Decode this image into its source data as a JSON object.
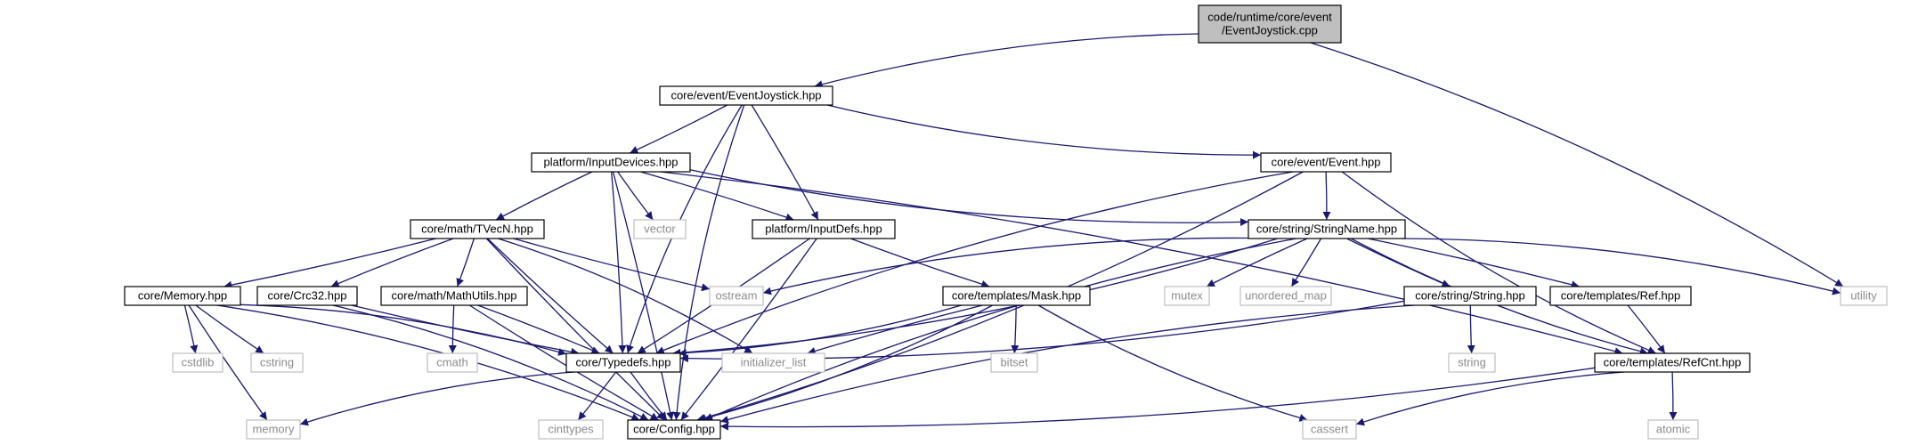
{
  "graph": {
    "nodes": [
      {
        "id": "root",
        "lines": [
          "code/runtime/core/event",
          "/EventJoystick.cpp"
        ],
        "kind": "root"
      },
      {
        "id": "ej",
        "lines": [
          "core/event/EventJoystick.hpp"
        ],
        "kind": "local"
      },
      {
        "id": "pid",
        "lines": [
          "platform/InputDevices.hpp"
        ],
        "kind": "local"
      },
      {
        "id": "ev",
        "lines": [
          "core/event/Event.hpp"
        ],
        "kind": "local"
      },
      {
        "id": "tvec",
        "lines": [
          "core/math/TVecN.hpp"
        ],
        "kind": "local"
      },
      {
        "id": "vector",
        "lines": [
          "vector"
        ],
        "kind": "ext"
      },
      {
        "id": "pidefs",
        "lines": [
          "platform/InputDefs.hpp"
        ],
        "kind": "local"
      },
      {
        "id": "sn",
        "lines": [
          "core/string/StringName.hpp"
        ],
        "kind": "local"
      },
      {
        "id": "mem",
        "lines": [
          "core/Memory.hpp"
        ],
        "kind": "local"
      },
      {
        "id": "crc",
        "lines": [
          "core/Crc32.hpp"
        ],
        "kind": "local"
      },
      {
        "id": "mu",
        "lines": [
          "core/math/MathUtils.hpp"
        ],
        "kind": "local"
      },
      {
        "id": "ostream",
        "lines": [
          "ostream"
        ],
        "kind": "ext"
      },
      {
        "id": "mask",
        "lines": [
          "core/templates/Mask.hpp"
        ],
        "kind": "local"
      },
      {
        "id": "mutex",
        "lines": [
          "mutex"
        ],
        "kind": "ext"
      },
      {
        "id": "umap",
        "lines": [
          "unordered_map"
        ],
        "kind": "ext"
      },
      {
        "id": "str",
        "lines": [
          "core/string/String.hpp"
        ],
        "kind": "local"
      },
      {
        "id": "ref",
        "lines": [
          "core/templates/Ref.hpp"
        ],
        "kind": "local"
      },
      {
        "id": "utility",
        "lines": [
          "utility"
        ],
        "kind": "ext"
      },
      {
        "id": "cstdlib",
        "lines": [
          "cstdlib"
        ],
        "kind": "ext"
      },
      {
        "id": "cstring",
        "lines": [
          "cstring"
        ],
        "kind": "ext"
      },
      {
        "id": "cmath",
        "lines": [
          "cmath"
        ],
        "kind": "ext"
      },
      {
        "id": "td",
        "lines": [
          "core/Typedefs.hpp"
        ],
        "kind": "local"
      },
      {
        "id": "il",
        "lines": [
          "initializer_list"
        ],
        "kind": "ext"
      },
      {
        "id": "bitset",
        "lines": [
          "bitset"
        ],
        "kind": "ext"
      },
      {
        "id": "string",
        "lines": [
          "string"
        ],
        "kind": "ext"
      },
      {
        "id": "rc",
        "lines": [
          "core/templates/RefCnt.hpp"
        ],
        "kind": "local"
      },
      {
        "id": "memory",
        "lines": [
          "memory"
        ],
        "kind": "ext"
      },
      {
        "id": "cint",
        "lines": [
          "cinttypes"
        ],
        "kind": "ext"
      },
      {
        "id": "cfg",
        "lines": [
          "core/Config.hpp"
        ],
        "kind": "local"
      },
      {
        "id": "cassert",
        "lines": [
          "cassert"
        ],
        "kind": "ext"
      },
      {
        "id": "atomic",
        "lines": [
          "atomic"
        ],
        "kind": "ext"
      }
    ],
    "edges": [
      [
        "root",
        "ej"
      ],
      [
        "root",
        "utility"
      ],
      [
        "ej",
        "cfg"
      ],
      [
        "ej",
        "pid"
      ],
      [
        "ej",
        "td"
      ],
      [
        "ej",
        "pidefs"
      ],
      [
        "ej",
        "ev"
      ],
      [
        "pid",
        "cfg"
      ],
      [
        "pid",
        "tvec"
      ],
      [
        "pid",
        "td"
      ],
      [
        "pid",
        "vector"
      ],
      [
        "pid",
        "pidefs"
      ],
      [
        "pid",
        "sn"
      ],
      [
        "pid",
        "rc"
      ],
      [
        "ev",
        "td"
      ],
      [
        "ev",
        "sn"
      ],
      [
        "ev",
        "rc"
      ],
      [
        "ev",
        "cfg"
      ],
      [
        "tvec",
        "cfg"
      ],
      [
        "tvec",
        "mem"
      ],
      [
        "tvec",
        "crc"
      ],
      [
        "tvec",
        "mu"
      ],
      [
        "tvec",
        "td"
      ],
      [
        "tvec",
        "il"
      ],
      [
        "tvec",
        "ostream"
      ],
      [
        "pidefs",
        "td"
      ],
      [
        "pidefs",
        "mask"
      ],
      [
        "pidefs",
        "cfg"
      ],
      [
        "sn",
        "ostream"
      ],
      [
        "sn",
        "td"
      ],
      [
        "sn",
        "mutex"
      ],
      [
        "sn",
        "umap"
      ],
      [
        "sn",
        "str"
      ],
      [
        "sn",
        "ref"
      ],
      [
        "sn",
        "rc"
      ],
      [
        "sn",
        "utility"
      ],
      [
        "sn",
        "cfg"
      ],
      [
        "mem",
        "cstdlib"
      ],
      [
        "mem",
        "cstring"
      ],
      [
        "mem",
        "td"
      ],
      [
        "mem",
        "memory"
      ],
      [
        "mem",
        "cfg"
      ],
      [
        "crc",
        "td"
      ],
      [
        "crc",
        "cfg"
      ],
      [
        "mu",
        "cmath"
      ],
      [
        "mu",
        "td"
      ],
      [
        "mu",
        "cfg"
      ],
      [
        "mask",
        "td"
      ],
      [
        "mask",
        "il"
      ],
      [
        "mask",
        "bitset"
      ],
      [
        "mask",
        "cassert"
      ],
      [
        "mask",
        "cfg"
      ],
      [
        "str",
        "string"
      ],
      [
        "str",
        "td"
      ],
      [
        "str",
        "cfg"
      ],
      [
        "ref",
        "rc"
      ],
      [
        "td",
        "memory"
      ],
      [
        "td",
        "cint"
      ],
      [
        "td",
        "cfg"
      ],
      [
        "rc",
        "cfg"
      ],
      [
        "rc",
        "cassert"
      ],
      [
        "rc",
        "atomic"
      ]
    ]
  }
}
